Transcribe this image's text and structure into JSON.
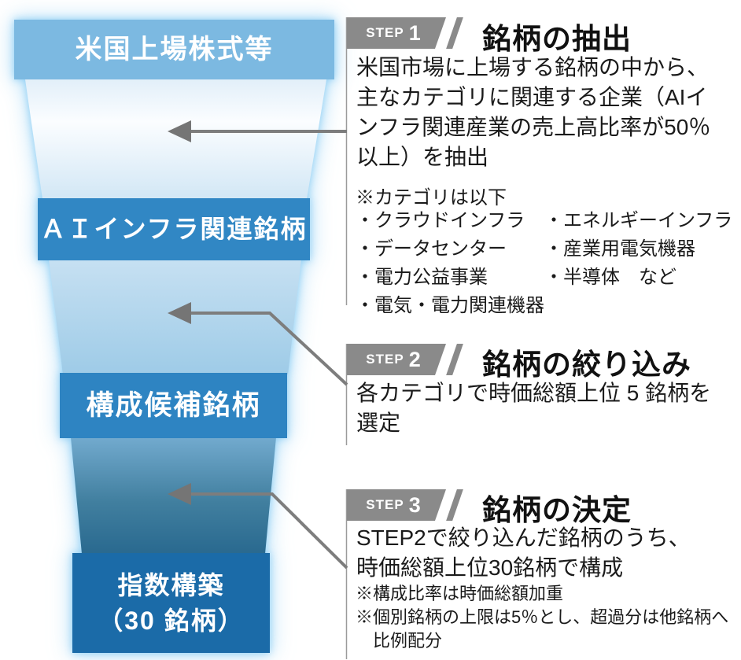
{
  "diagram": {
    "funnel": {
      "stages": [
        {
          "label": "米国上場株式等",
          "color": "#7cb9e1"
        },
        {
          "label": "ＡＩインフラ関連銘柄",
          "color": "#3187c4"
        },
        {
          "label": "構成候補銘柄",
          "color": "#2e84c2"
        },
        {
          "label_line1": "指数構築",
          "label_line2": "（30 銘柄）",
          "color": "#1b6ba8"
        }
      ],
      "glow_color": "#a8d8f3"
    },
    "steps": [
      {
        "badge_label": "STEP",
        "badge_number": "1",
        "title": "銘柄の抽出",
        "body_lines": [
          "米国市場に上場する銘柄の中から、",
          "主なカテゴリに関連する企業（AIイ",
          "ンフラ関連産業の売上高比率が50％",
          "以上）を抽出"
        ],
        "note": "※カテゴリは以下",
        "categories_left": [
          "・クラウドインフラ",
          "・データセンター",
          "・電力公益事業",
          "・電気・電力関連機器"
        ],
        "categories_right": [
          "・エネルギーインフラ",
          "・産業用電気機器",
          "・半導体　など"
        ]
      },
      {
        "badge_label": "STEP",
        "badge_number": "2",
        "title": "銘柄の絞り込み",
        "body_lines": [
          "各カテゴリで時価総額上位 5 銘柄を",
          "選定"
        ]
      },
      {
        "badge_label": "STEP",
        "badge_number": "3",
        "title": "銘柄の決定",
        "body_lines": [
          "STEP2で絞り込んだ銘柄のうち、",
          "時価総額上位30銘柄で構成"
        ],
        "notes": [
          "※構成比率は時価総額加重",
          "※個別銘柄の上限は5％とし、超過分は他銘柄へ",
          "比例配分"
        ]
      }
    ],
    "colors": {
      "step_banner": "#8a8a8a",
      "arrow": "#7d7d7d",
      "rule": "#9b9b9b",
      "title_text": "#111111",
      "body_text": "#1a1a1a"
    }
  }
}
